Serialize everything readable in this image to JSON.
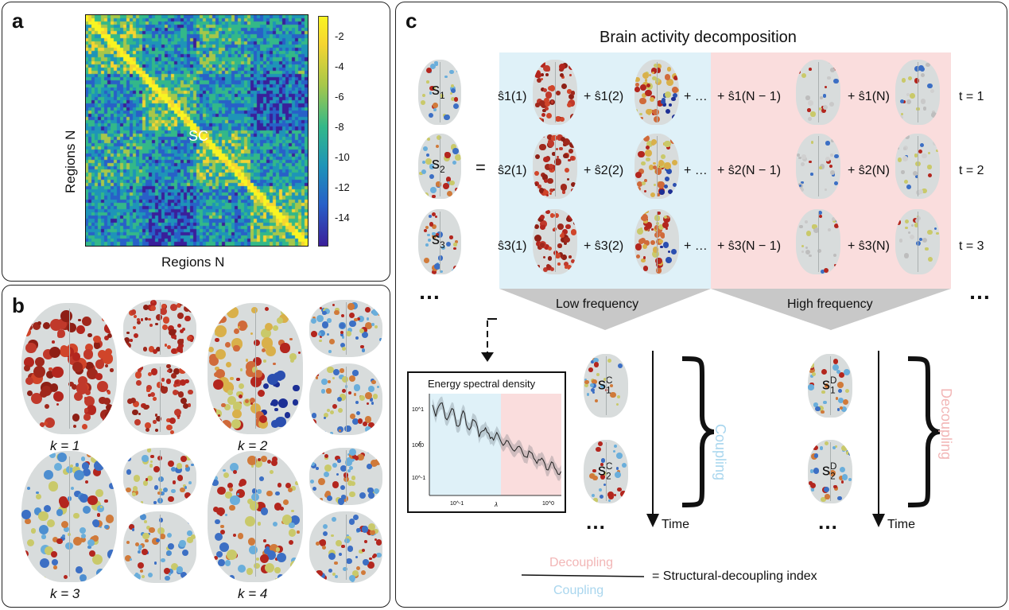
{
  "panel_a": {
    "label": "a",
    "matrix_label": "SC",
    "xlabel": "Regions N",
    "ylabel": "Regions N",
    "colorbar_ticks": [
      "-2",
      "-4",
      "-6",
      "-8",
      "-10",
      "-12",
      "-14"
    ],
    "colormap": [
      "#3a1f9a",
      "#2860c8",
      "#1e94b8",
      "#33b889",
      "#a6c74a",
      "#f5d531",
      "#f9f422"
    ]
  },
  "panel_b": {
    "label": "b",
    "k_labels": [
      "k = 1",
      "k = 2",
      "k = 3",
      "k = 4"
    ]
  },
  "panel_c": {
    "label": "c",
    "title": "Brain activity decomposition",
    "rows": [
      {
        "signal": "s1",
        "terms": [
          "ŝ1(1)",
          "+ ŝ1(2)",
          "+ …",
          "+ ŝ1(N − 1)",
          "+ ŝ1(N)"
        ],
        "t": "t = 1"
      },
      {
        "signal": "s2",
        "terms": [
          "ŝ2(1)",
          "+ ŝ2(2)",
          "+ …",
          "+ ŝ2(N − 1)",
          "+ ŝ2(N)"
        ],
        "t": "t = 2"
      },
      {
        "signal": "s3",
        "terms": [
          "ŝ3(1)",
          "+ ŝ3(2)",
          "+ …",
          "+ ŝ3(N − 1)",
          "+ ŝ3(N)"
        ],
        "t": "t = 3"
      }
    ],
    "equals": "=",
    "ellipsis": "…",
    "low_frequency": "Low frequency",
    "high_frequency": "High frequency",
    "inset_title": "Energy spectral density",
    "inset_ylabel": "ξ",
    "inset_xlabel": "λ",
    "inset_yticks": [
      "10^1",
      "10^0",
      "10^-1"
    ],
    "inset_xticks": [
      "10^-1",
      "10^0"
    ],
    "coupling_signals": [
      "s1 C",
      "s2 C"
    ],
    "decoupling_signals": [
      "s1 D",
      "s2 D"
    ],
    "coupling_label": "Coupling",
    "decoupling_label": "Decoupling",
    "time_label": "Time",
    "fraction_top": "Decoupling",
    "fraction_bottom": "Coupling",
    "index_label": "= Structural-decoupling index",
    "colors": {
      "low_bg": "#dff1f8",
      "high_bg": "#fadddd",
      "coupling_text": "#a9d6ee",
      "decoupling_text": "#f2b6b6",
      "arrow_gray": "#c8c8c8"
    }
  }
}
